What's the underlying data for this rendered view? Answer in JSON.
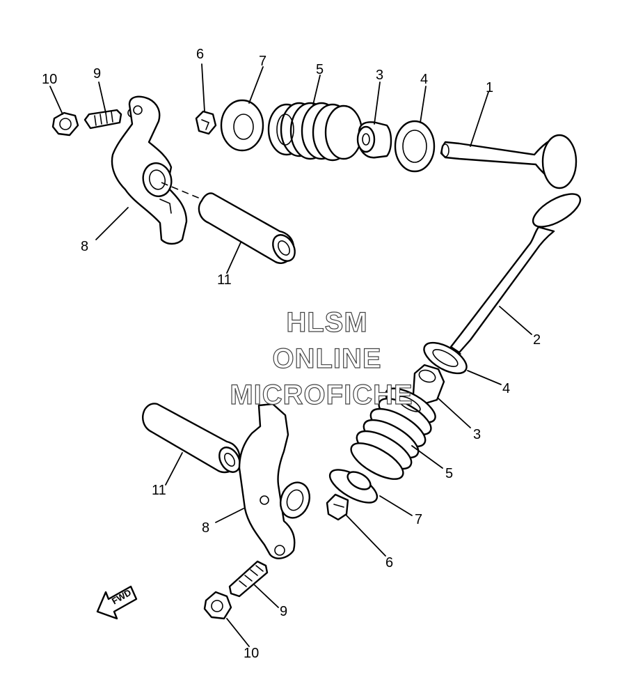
{
  "callouts": {
    "c1": "1",
    "c2": "2",
    "c3_top": "3",
    "c3_bottom": "3",
    "c4_top": "4",
    "c4_bottom": "4",
    "c5_top": "5",
    "c5_bottom": "5",
    "c6_top": "6",
    "c6_bottom": "6",
    "c7_top": "7",
    "c7_bottom": "7",
    "c8_top": "8",
    "c8_bottom": "8",
    "c9_top": "9",
    "c9_bottom": "9",
    "c10_top": "10",
    "c10_bottom": "10",
    "c11_top": "11",
    "c11_bottom": "11"
  },
  "watermark": {
    "line1": "HLSM",
    "line2": "ONLINE",
    "line3": "MICROFICHE"
  },
  "fwd_arrow": {
    "label": "FWD"
  }
}
